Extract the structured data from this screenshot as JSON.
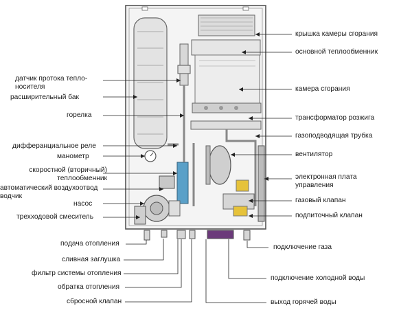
{
  "labels": {
    "left": [
      "датчик протока тепло-\nносителя",
      "расширительный бак",
      "горелка",
      "дифферанциальное реле",
      "манометр",
      "скоростной (вторичный)\nтеплообменник",
      "автоматический воздухоотвод\nводчик",
      "насос",
      "трехходовой смеситель"
    ],
    "right": [
      "крышка камеры сгорания",
      "основной теплообменник",
      "камера сгорания",
      "трансформатор розжига",
      "газоподводящая трубка",
      "вентилятор",
      "электронная плата\nуправления",
      "газовый клапан",
      "подпиточный клапан"
    ],
    "bottom_left": [
      "подача отопления",
      "сливная заглушка",
      "фильтр системы отопления",
      "обратка отопления",
      "сбросной клапан"
    ],
    "bottom_right": [
      "подключение газа",
      "подключение холодной воды",
      "выход горячей воды"
    ]
  },
  "colors": {
    "outline": "#555555",
    "body": "#f2f2f2",
    "part": "#d9d9d9",
    "accent_blue": "#5aa0c8",
    "accent_yellow": "#e6c23a",
    "accent_purple": "#6b3a7a",
    "leader": "#222222"
  }
}
